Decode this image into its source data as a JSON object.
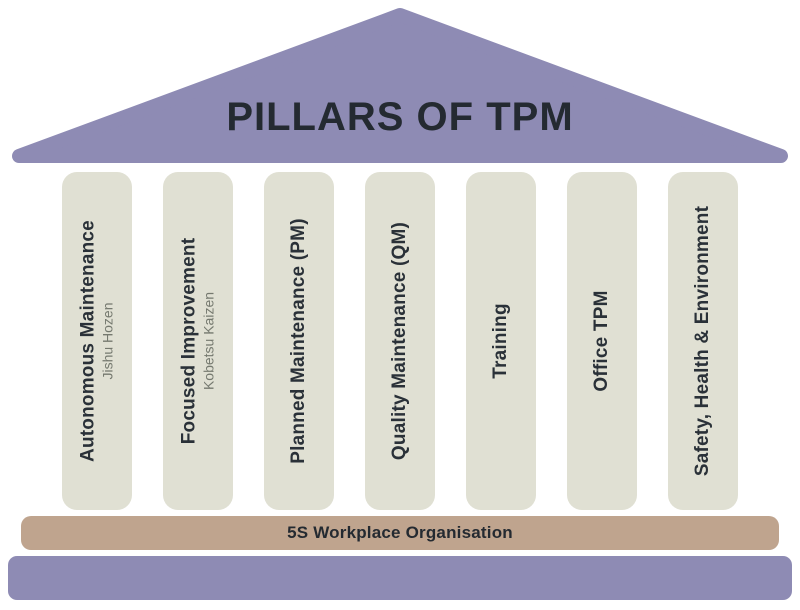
{
  "title": "PILLARS OF TPM",
  "pillars": [
    {
      "label": "Autonomous Maintenance",
      "sublabel": "Jishu Hozen"
    },
    {
      "label": "Focused Improvement",
      "sublabel": "Kobetsu Kaizen"
    },
    {
      "label": "Planned Maintenance (PM)",
      "sublabel": ""
    },
    {
      "label": "Quality Maintenance (QM)",
      "sublabel": ""
    },
    {
      "label": "Training",
      "sublabel": ""
    },
    {
      "label": "Office TPM",
      "sublabel": ""
    },
    {
      "label": "Safety, Health & Environment",
      "sublabel": ""
    }
  ],
  "foundation": {
    "label": "5S Workplace Organisation"
  },
  "colors": {
    "roof": "#8E8BB4",
    "base": "#8E8BB4",
    "pillar": "#E0E0D3",
    "foundation": "#BFA48E",
    "title_text": "#242A31",
    "pillar_text": "#2A3138",
    "pillar_subtext": "#75796F"
  }
}
